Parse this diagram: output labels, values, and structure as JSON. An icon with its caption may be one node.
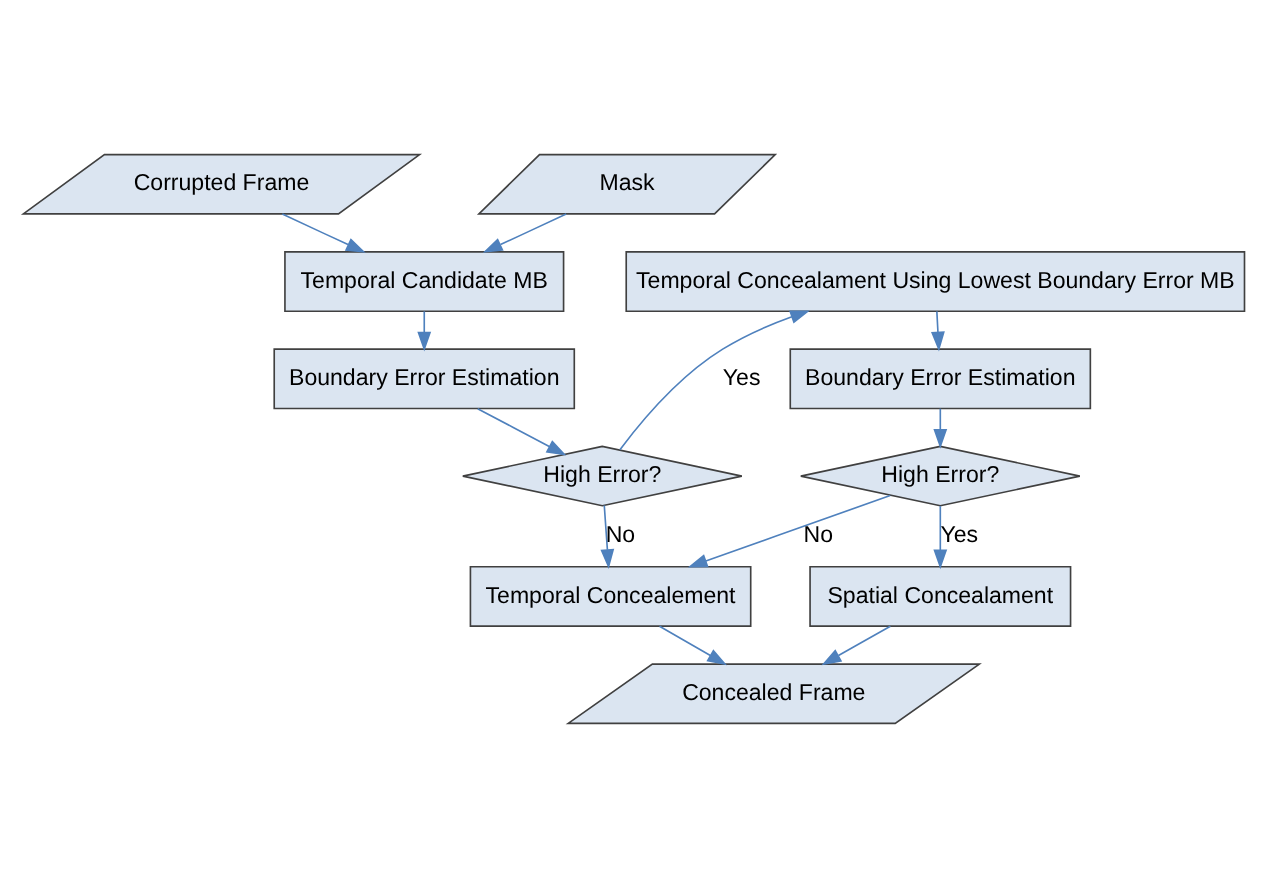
{
  "diagram": {
    "nodes": [
      {
        "text": [
          "Corrupted Frame"
        ]
      },
      {
        "text": [
          "Mask"
        ]
      },
      {
        "text": [
          "Temporal Candidate MB"
        ]
      },
      {
        "text": [
          "Boundary Error Estimation"
        ]
      },
      {
        "text": [
          "High Error?"
        ]
      },
      {
        "text": [
          "Temporal Concealament Using Lowest Boundary Error MB"
        ]
      },
      {
        "text": [
          "Boundary Error Estimation"
        ]
      },
      {
        "text": [
          "High Error?"
        ]
      },
      {
        "text": [
          "Temporal Concealement"
        ]
      },
      {
        "text": [
          "Spatial Concealament"
        ]
      },
      {
        "text": [
          "Concealed Frame"
        ]
      }
    ],
    "edges": [
      {
        "from": 0,
        "to": 2,
        "arrow": "to"
      },
      {
        "from": 1,
        "to": 2,
        "arrow": "to"
      },
      {
        "from": 2,
        "to": 3,
        "arrow": "to"
      },
      {
        "from": 3,
        "to": 4,
        "arrow": "to"
      },
      {
        "from": 4,
        "to": 5,
        "arrow": "to",
        "label": "Yes"
      },
      {
        "from": 5,
        "to": 6,
        "arrow": "to"
      },
      {
        "from": 6,
        "to": 7,
        "arrow": "to"
      },
      {
        "from": 4,
        "to": 8,
        "arrow": "to",
        "label": "No"
      },
      {
        "from": 7,
        "to": 8,
        "arrow": "to",
        "label": "No"
      },
      {
        "from": 7,
        "to": 9,
        "arrow": "to",
        "label": "Yes"
      },
      {
        "from": 8,
        "to": 10,
        "arrow": "to"
      },
      {
        "from": 9,
        "to": 10,
        "arrow": "to"
      }
    ]
  }
}
